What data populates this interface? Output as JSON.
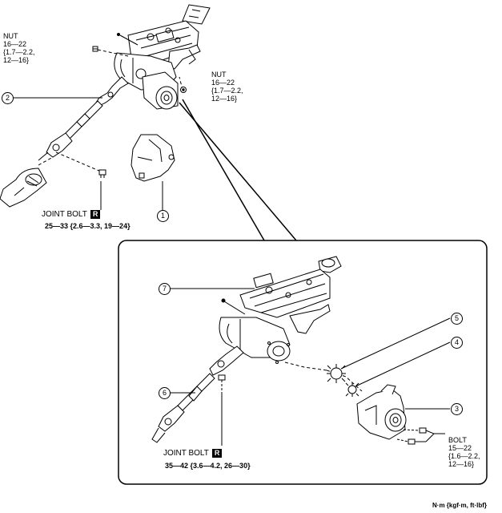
{
  "labels": {
    "nut_top_left": [
      "NUT",
      "16—22",
      "{1.7—2.2,",
      "12—16}"
    ],
    "nut_right": [
      "NUT",
      "16—22",
      "{1.7—2.2,",
      "12—16}"
    ],
    "bolt_right": [
      "BOLT",
      "15—22",
      "{1.6—2.2,",
      "12—16}"
    ]
  },
  "joint_bolts": [
    {
      "label": "JOINT BOLT",
      "badge": "R",
      "spec": "25—33 {2.6—3.3, 19—24}"
    },
    {
      "label": "JOINT BOLT",
      "badge": "R",
      "spec": "35—42 {3.6—4.2, 26—30}"
    }
  ],
  "callouts": [
    "1",
    "2",
    "3",
    "4",
    "5",
    "6",
    "7"
  ],
  "units_note": "N·m {kgf·m, ft·lbf}"
}
